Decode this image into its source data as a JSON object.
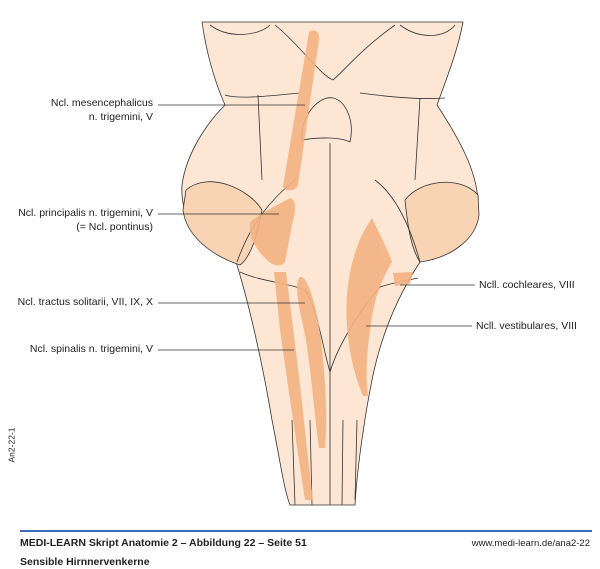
{
  "labels": {
    "mesencephalicus_1": "Ncl. mesencephalicus",
    "mesencephalicus_2": "n. trigemini, V",
    "principalis_1": "Ncl. principalis n. trigemini, V",
    "principalis_2": "(= Ncl. pontinus)",
    "solitarii": "Ncl. tractus solitarii, VII, IX, X",
    "spinalis": "Ncl. spinalis n. trigemini, V",
    "cochleares": "Ncll. cochleares, VIII",
    "vestibulares": "Ncll. vestibulares, VIII"
  },
  "side_code": "An2-22-1",
  "footer": {
    "title": "MEDI-LEARN Skript Anatomie 2 – Abbildung 22 – Seite 51",
    "subtitle": "Sensible Hirnnervenkerne",
    "url": "www.medi-learn.de/ana2-22"
  },
  "colors": {
    "tissue": "#fde6d3",
    "nucleus": "#f4b383",
    "peduncle": "#f8d4b5",
    "rule": "#3d6db5"
  }
}
